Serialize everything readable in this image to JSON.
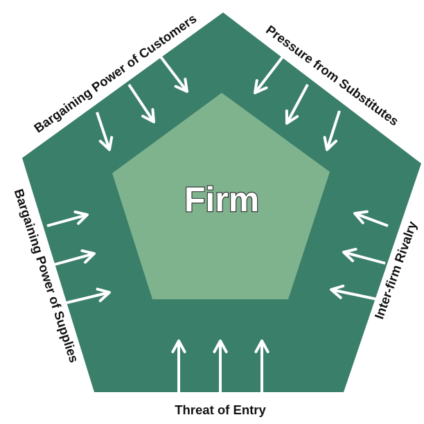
{
  "diagram": {
    "center_label": "Firm",
    "forces": {
      "top_left": "Bargaining Power of Customers",
      "top_right": "Pressure from Substitutes",
      "left": "Bargaining Power of Supplies",
      "right": "Inter-firm Rivalry",
      "bottom": "Threat of Entry"
    },
    "arrows_per_force": 3
  },
  "colors": {
    "outer_pentagon": "#3a7f6a",
    "inner_pentagon": "#7fb38e",
    "arrows": "#ffffff",
    "label_text": "#111111"
  }
}
